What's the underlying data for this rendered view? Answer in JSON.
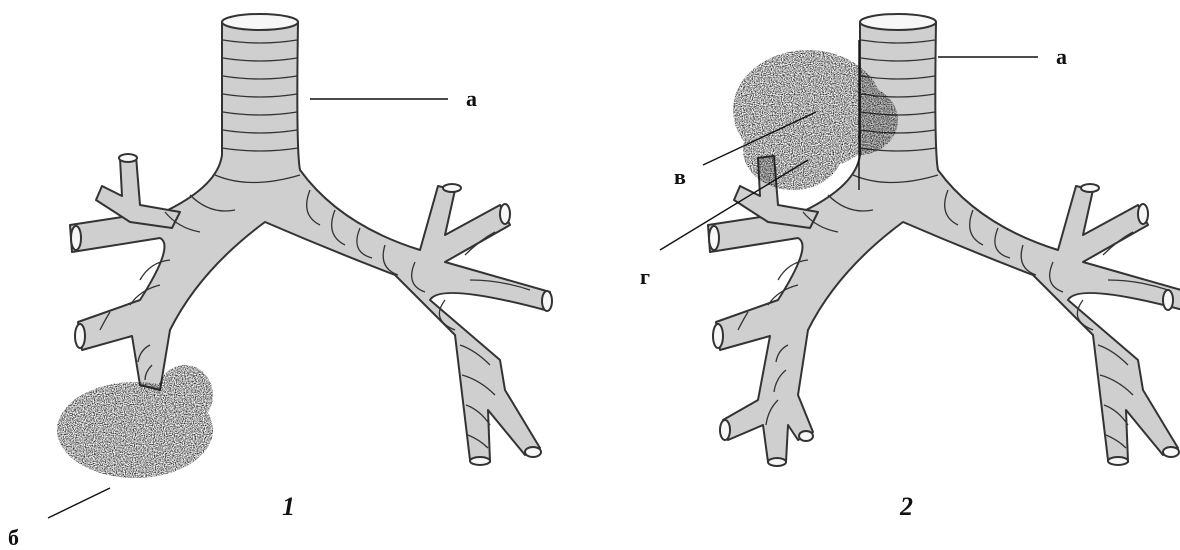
{
  "figure_1": {
    "number": "1",
    "labels": {
      "a": "а",
      "b": "б"
    }
  },
  "figure_2": {
    "number": "2",
    "labels": {
      "a": "а",
      "v": "в",
      "g": "г"
    }
  },
  "colors": {
    "bronchus_fill": "#cfcfcf",
    "outline": "#333333",
    "tumor": "#111111",
    "background": "#ffffff"
  }
}
